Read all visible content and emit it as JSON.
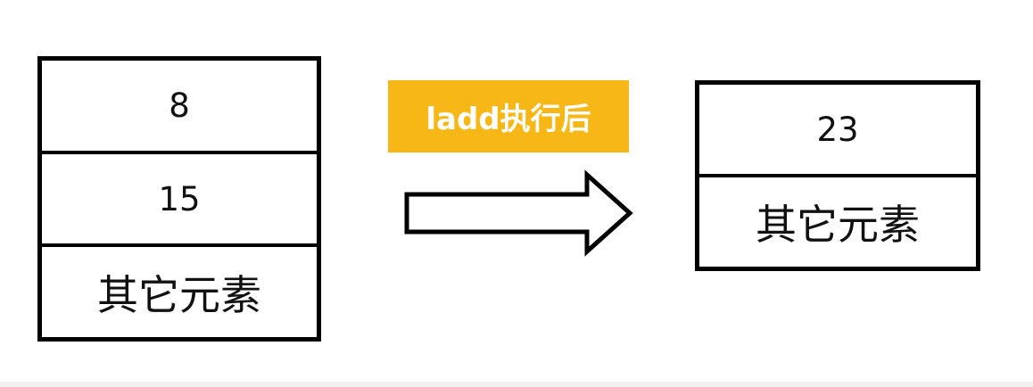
{
  "before_stack": {
    "cells": [
      "8",
      "15",
      "其它元素"
    ]
  },
  "operation_label": "ladd执行后",
  "after_stack": {
    "cells": [
      "23",
      "其它元素"
    ]
  },
  "colors": {
    "label_background": "#f7b716",
    "label_text": "#ffffff",
    "border": "#000000"
  }
}
